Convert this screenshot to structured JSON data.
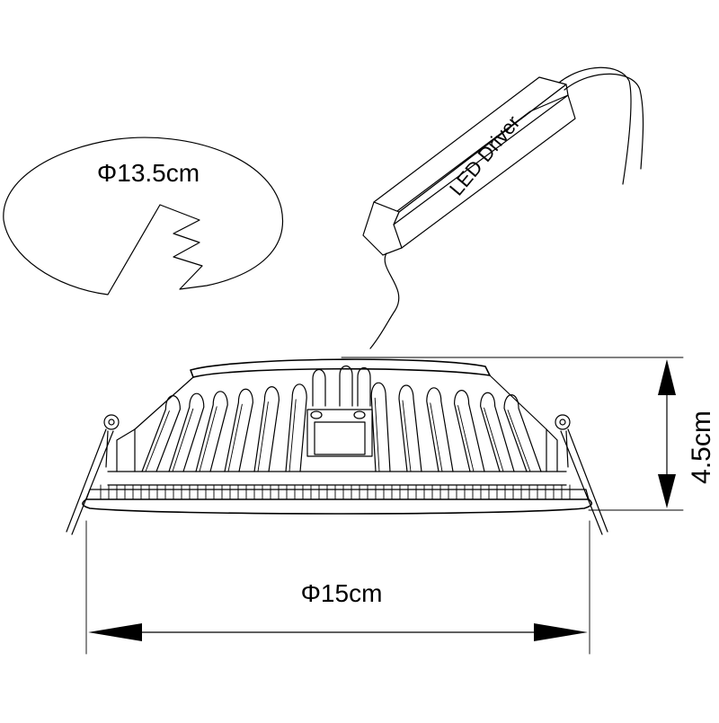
{
  "labels": {
    "cutout_diameter": "Φ13.5cm",
    "driver": "LED Driver",
    "height": "4.5cm",
    "outer_diameter": "Φ15cm"
  },
  "colors": {
    "line": "#000000",
    "background": "#ffffff"
  }
}
